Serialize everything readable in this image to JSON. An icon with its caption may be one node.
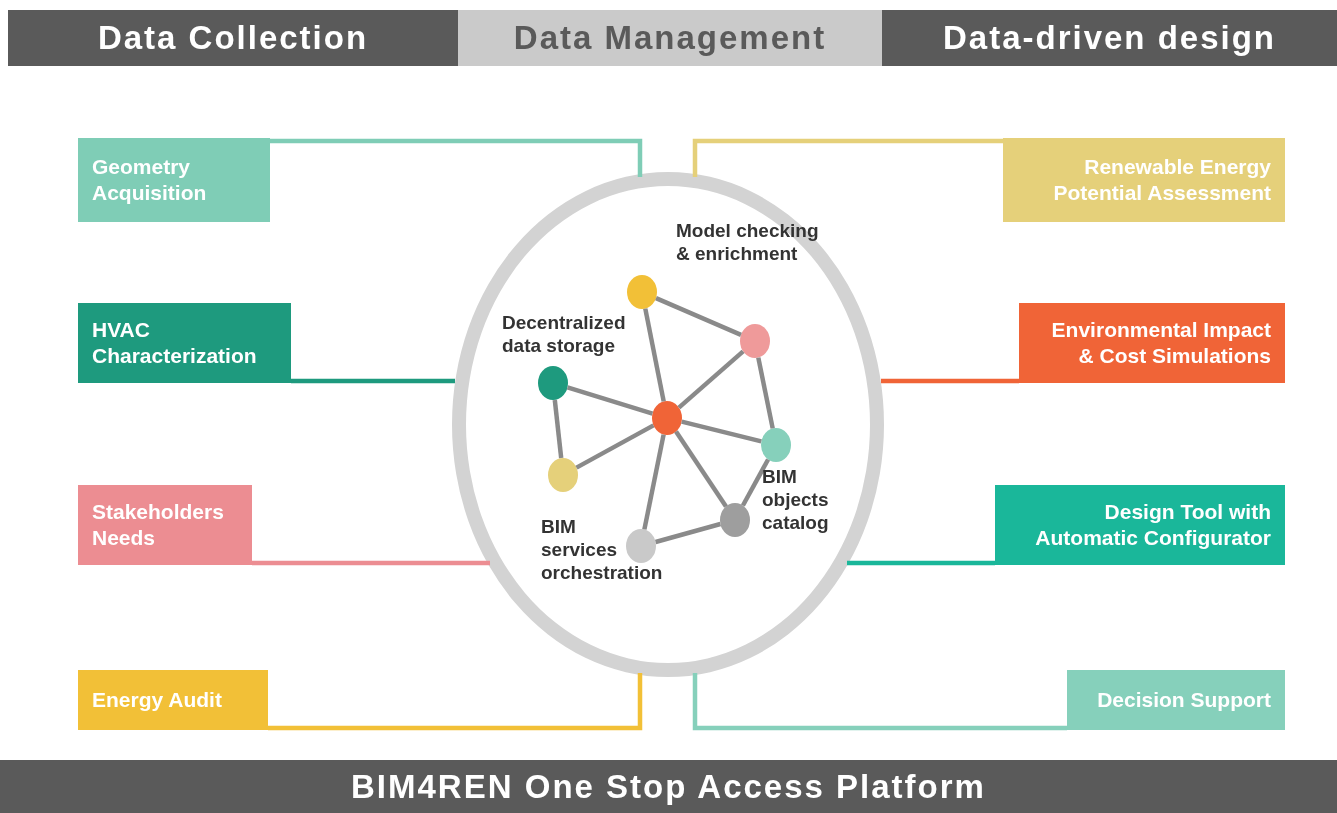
{
  "diagram": {
    "nodes": [
      {
        "text": [
          "Data Collection"
        ]
      },
      {
        "text": [
          "Data Management"
        ]
      },
      {
        "text": [
          "Data-driven design"
        ]
      },
      {
        "text": [
          "Geometry Acquisition"
        ]
      },
      {
        "text": [
          "Renewable Energy Potential Assessment"
        ]
      },
      {
        "text": [
          "HVAC Characterization"
        ]
      },
      {
        "text": [
          "Environmental Impact & Cost Simulations"
        ]
      },
      {
        "text": [
          "Stakeholders Needs"
        ]
      },
      {
        "text": [
          "Design Tool with Automatic Configurator"
        ]
      },
      {
        "text": [
          "Energy Audit"
        ]
      },
      {
        "text": [
          "Decision Support"
        ]
      },
      {
        "text": [],
        "shape": "circle"
      },
      {
        "text": [],
        "shape": "circle",
        "in": 11,
        "beside": [
          "Model checking & enrichment"
        ]
      },
      {
        "text": [],
        "shape": "circle",
        "in": 11
      },
      {
        "text": [],
        "shape": "circle",
        "in": 11,
        "beside": [
          "Decentralized data storage"
        ]
      },
      {
        "text": [],
        "shape": "circle",
        "in": 11
      },
      {
        "text": [],
        "shape": "circle",
        "in": 11
      },
      {
        "text": [],
        "shape": "circle",
        "in": 11
      },
      {
        "text": [],
        "shape": "circle",
        "in": 11,
        "beside": [
          "BIM objects catalog"
        ]
      },
      {
        "text": [],
        "shape": "circle",
        "in": 11,
        "beside": [
          "BIM services orchestration"
        ]
      },
      {
        "text": [
          "BIM4REN One Stop Access Platform"
        ]
      }
    ],
    "edges": [
      {
        "from": 3,
        "to": 11,
        "arrow": "none",
        "color": "#7fcdb6"
      },
      {
        "from": 5,
        "to": 11,
        "arrow": "none",
        "color": "#1e9a7e"
      },
      {
        "from": 7,
        "to": 11,
        "arrow": "none",
        "color": "#ec8d92"
      },
      {
        "from": 9,
        "to": 11,
        "arrow": "none",
        "color": "#f2c037"
      },
      {
        "from": 4,
        "to": 11,
        "arrow": "none",
        "color": "#e5d07a"
      },
      {
        "from": 6,
        "to": 11,
        "arrow": "none",
        "color": "#f06437"
      },
      {
        "from": 8,
        "to": 11,
        "arrow": "none",
        "color": "#1ab79a"
      },
      {
        "from": 10,
        "to": 11,
        "arrow": "none",
        "color": "#86d0bb"
      },
      {
        "from": 12,
        "to": 15,
        "arrow": "none"
      },
      {
        "from": 12,
        "to": 13,
        "arrow": "none"
      },
      {
        "from": 13,
        "to": 15,
        "arrow": "none"
      },
      {
        "from": 13,
        "to": 16,
        "arrow": "none"
      },
      {
        "from": 14,
        "to": 15,
        "arrow": "none"
      },
      {
        "from": 14,
        "to": 17,
        "arrow": "none"
      },
      {
        "from": 17,
        "to": 15,
        "arrow": "none"
      },
      {
        "from": 15,
        "to": 16,
        "arrow": "none"
      },
      {
        "from": 15,
        "to": 18,
        "arrow": "none"
      },
      {
        "from": 15,
        "to": 19,
        "arrow": "none"
      },
      {
        "from": 16,
        "to": 18,
        "arrow": "none"
      },
      {
        "from": 18,
        "to": 19,
        "arrow": "none"
      }
    ]
  }
}
